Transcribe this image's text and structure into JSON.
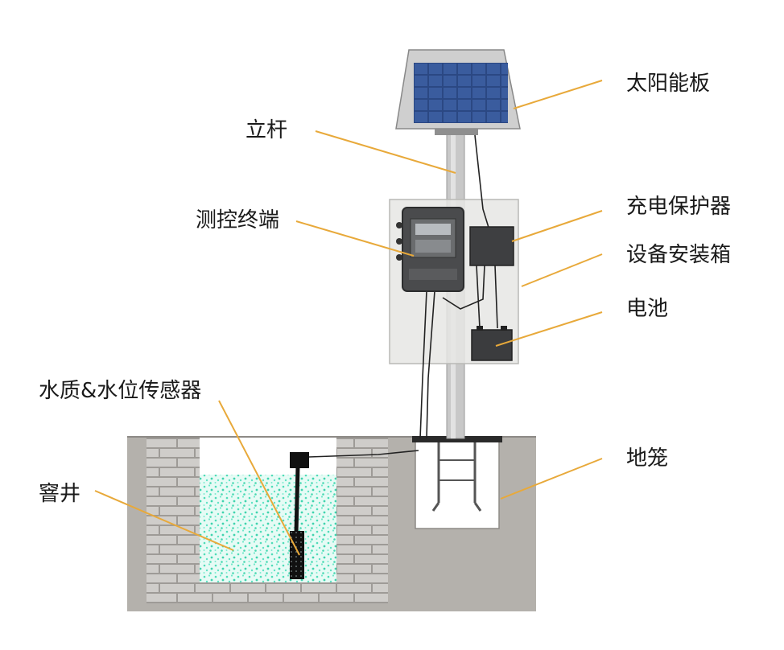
{
  "labels": {
    "solar_panel": "太阳能板",
    "pole": "立杆",
    "terminal": "测控终端",
    "charge_protector": "充电保护器",
    "equipment_box": "设备安装箱",
    "battery": "电池",
    "sensor": "水质&水位传感器",
    "well": "窨井",
    "ground_cage": "地笼"
  },
  "colors": {
    "leader": "#e8a93a",
    "ground": "#b5b2ad",
    "brick": "#c9c7c4",
    "water": "#5fe3c4",
    "panel_cell": "#2d4b8a",
    "device_dark": "#3e3f41"
  }
}
